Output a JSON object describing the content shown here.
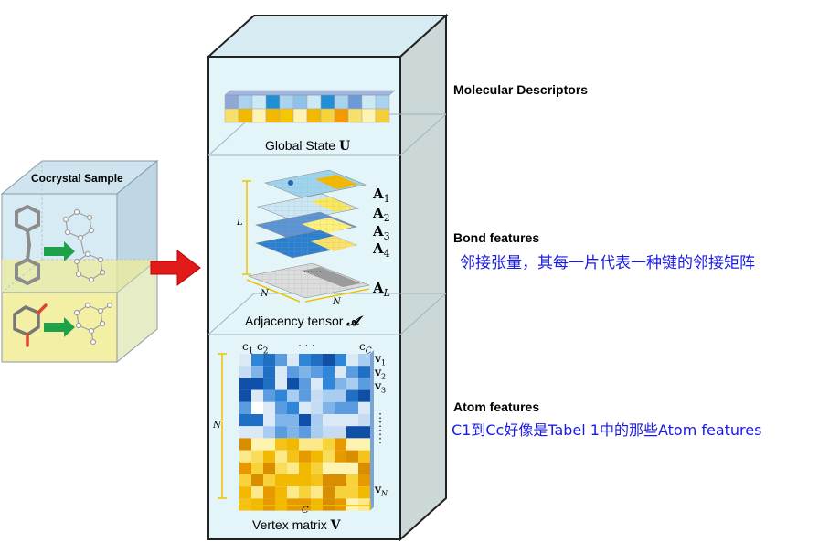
{
  "sample": {
    "title": "Cocrystal Sample"
  },
  "right_labels": {
    "molecular_descriptors": "Molecular Descriptors",
    "bond_features": "Bond features",
    "bond_note": "邻接张量，其每一片代表一种键的邻接矩阵",
    "atom_features": "Atom features",
    "atom_note": "C1到Cc好像是Tabel 1中的那些Atom features"
  },
  "global_state": {
    "caption": "Global State",
    "symbol": "U",
    "top_colors": [
      "#8fa8d8",
      "#a9d3f0",
      "#cde9f7",
      "#1f8fd6",
      "#a9d3f0",
      "#8fc2ea",
      "#cde9f7",
      "#1f8fd6",
      "#a9d3f0",
      "#6a9bd8",
      "#cde9f7",
      "#a9d3f0"
    ],
    "bottom_colors": [
      "#f7e06a",
      "#f2b900",
      "#fff3b0",
      "#f2b900",
      "#f7c600",
      "#fff3b0",
      "#f2b900",
      "#f7d23a",
      "#f29a00",
      "#f7e06a",
      "#fff3b0",
      "#f2cf3a"
    ]
  },
  "adjacency": {
    "caption": "Adjacency tensor",
    "symbol": "𝓐",
    "slice_labels": [
      "A",
      "A",
      "A",
      "A",
      "A"
    ],
    "slice_subs": [
      "1",
      "2",
      "3",
      "4",
      "L"
    ],
    "dots": "......",
    "axis_L": "L",
    "axis_N1": "N",
    "axis_N2": "N"
  },
  "vertex": {
    "caption": "Vertex matrix",
    "symbol": "V",
    "col_labels": [
      "c",
      "c"
    ],
    "col_subs": [
      "1",
      "2"
    ],
    "col_dots": "· · ·",
    "col_last": "c",
    "col_last_sub": "C",
    "row_labels": [
      "v",
      "v",
      "v"
    ],
    "row_subs": [
      "1",
      "2",
      "3"
    ],
    "row_last": "v",
    "row_last_sub": "N",
    "axis_N": "N",
    "axis_C": "C"
  }
}
